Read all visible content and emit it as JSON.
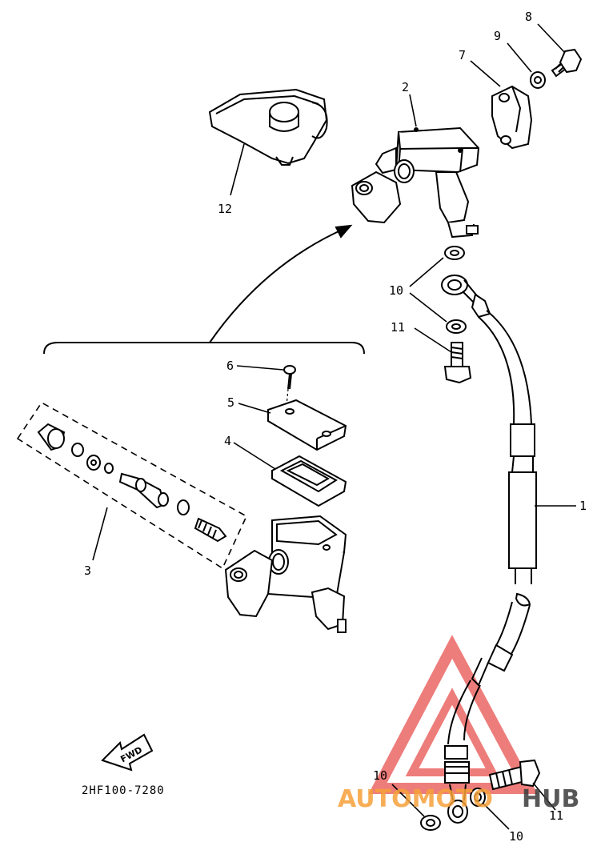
{
  "diagram": {
    "part_code": "2HF100-7280",
    "fwd_label": "FWD",
    "callouts": {
      "c1": "1",
      "c2": "2",
      "c3": "3",
      "c4": "4",
      "c5": "5",
      "c6": "6",
      "c7": "7",
      "c8": "8",
      "c9": "9",
      "c10a": "10",
      "c10b": "10",
      "c10c": "10",
      "c11a": "11",
      "c11b": "11",
      "c12": "12"
    }
  },
  "watermark": {
    "part1": "AUTOMOTO",
    "part2": "HUB",
    "color_red": "#e8524f",
    "color_orange": "#f6a13a",
    "color_dark": "#3a3a3a"
  }
}
